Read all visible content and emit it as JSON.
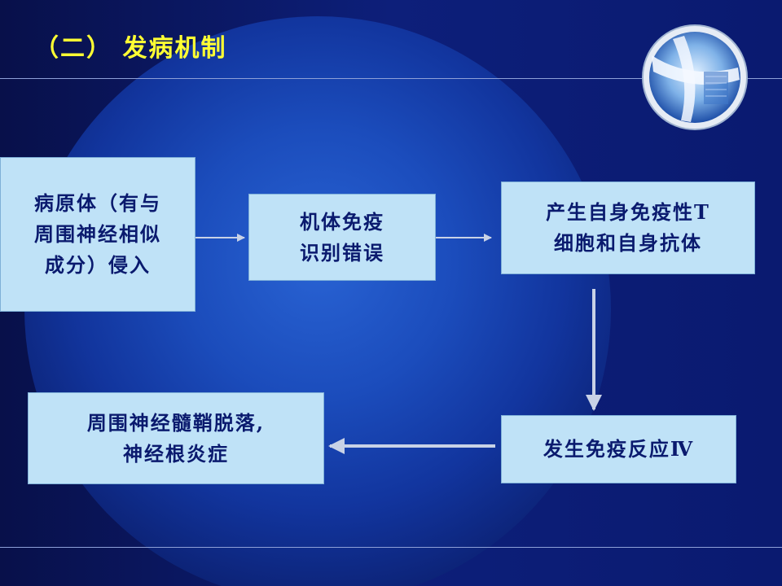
{
  "slide": {
    "title": "（二） 发病机制",
    "accent_color": "#ffff33",
    "box_color": "#bfe2f7",
    "text_color": "#0a1a6e"
  },
  "boxes": {
    "pathogen": "病原体（有与\n周围神经相似\n成分）侵入",
    "misrecognition": "机体免疫\n识别错误",
    "autoimmune": "产生自身免疫性T\n细胞和自身抗体",
    "reaction": "发生免疫反应Ⅳ",
    "demyelination": "周围神经髓鞘脱落,\n神经根炎症"
  },
  "logo": {
    "icon": "globe-logo-icon"
  }
}
